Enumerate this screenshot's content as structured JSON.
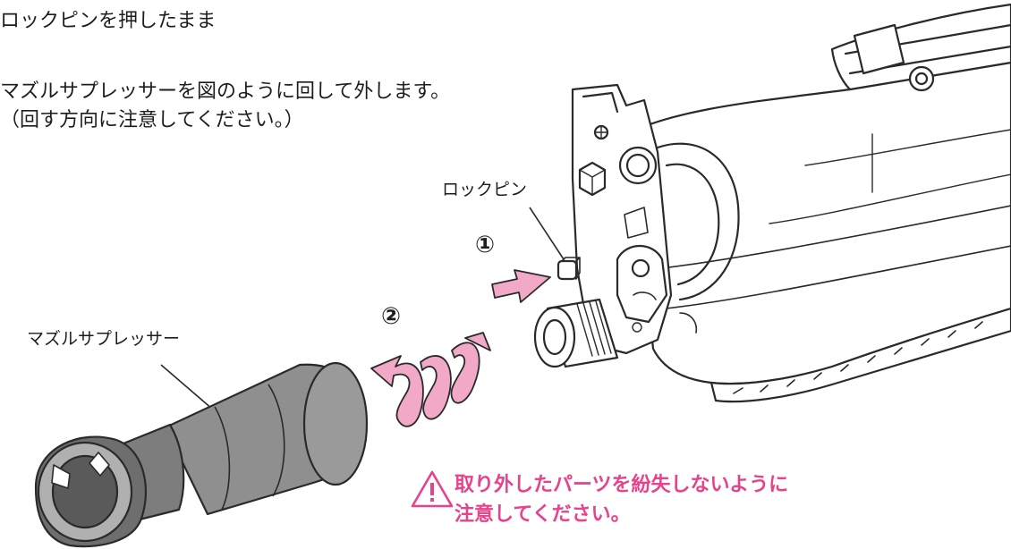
{
  "instructions": {
    "line1": "ロックピンを押したまま",
    "line2": "マズルサプレッサーを図のように回して外します。",
    "line3": "（回す方向に注意してください。）"
  },
  "labels": {
    "lock_pin": "ロックピン",
    "muzzle_suppressor": "マズルサプレッサー",
    "step1": "①",
    "step2": "②"
  },
  "warning": {
    "line1": "取り外したパーツを紛失しないように",
    "line2": "注意してください。",
    "icon": "warning-triangle-icon"
  },
  "colors": {
    "accent": "#e8428c",
    "arrow_fill": "#f2a9c8",
    "line": "#2a2a2a",
    "suppressor_body": "#8f8f8f",
    "suppressor_dark": "#6e6e6e"
  }
}
